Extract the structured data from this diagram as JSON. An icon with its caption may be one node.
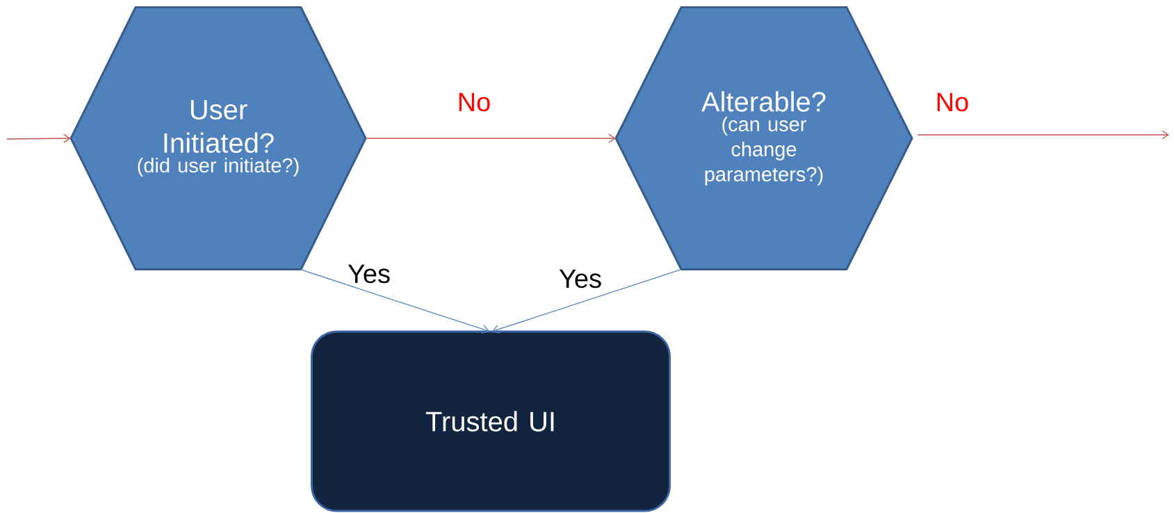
{
  "diagram": {
    "nodes": [
      {
        "text": [
          "User Initiated?",
          "(did user initiate?)"
        ]
      },
      {
        "text": [
          "Alterable?",
          "(can user change parameters?)"
        ]
      },
      {
        "text": [
          "Trusted UI"
        ]
      }
    ],
    "edges": [
      {
        "from": null,
        "to": 0,
        "arrow": "to"
      },
      {
        "from": 0,
        "to": 1,
        "arrow": "to",
        "label": "No"
      },
      {
        "from": 1,
        "to": null,
        "arrow": "to",
        "label": "No"
      },
      {
        "from": 0,
        "to": 2,
        "arrow": "to",
        "label": "Yes",
        "color": "#4f81bd"
      },
      {
        "from": 1,
        "to": 2,
        "arrow": "to",
        "label": "Yes",
        "color": "#4f81bd"
      }
    ]
  }
}
